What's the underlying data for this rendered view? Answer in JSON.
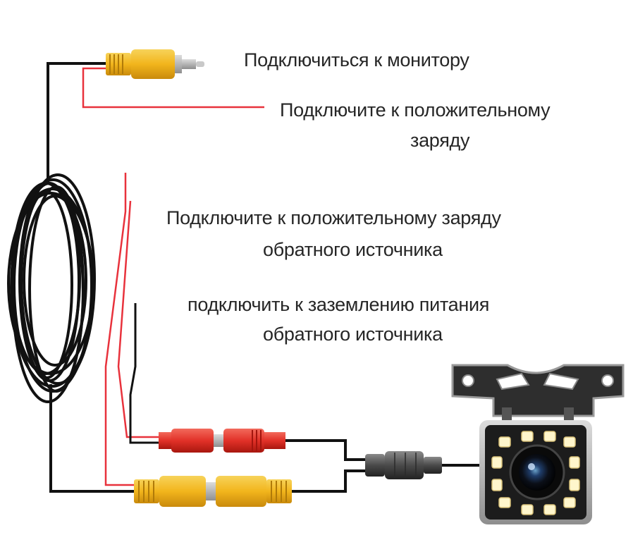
{
  "labels": {
    "monitor": "Подключиться к монитору",
    "positive_line1": "Подключите к положительному",
    "positive_line2": "заряду",
    "reverse_positive_line1": "Подключите к положительному заряду",
    "reverse_positive_line2": "обратного источника",
    "reverse_ground_line1": "подключить к заземлению питания",
    "reverse_ground_line2": "обратного источника"
  },
  "colors": {
    "cable": "#111111",
    "red_wire": "#e8323c",
    "rca_yellow": "#f2b51c",
    "rca_red": "#e23128",
    "connector_gray": "#4a4a4a",
    "camera_body": "#1c1c1c",
    "led": "#fff6cc",
    "bracket": "#3a3a3a"
  }
}
